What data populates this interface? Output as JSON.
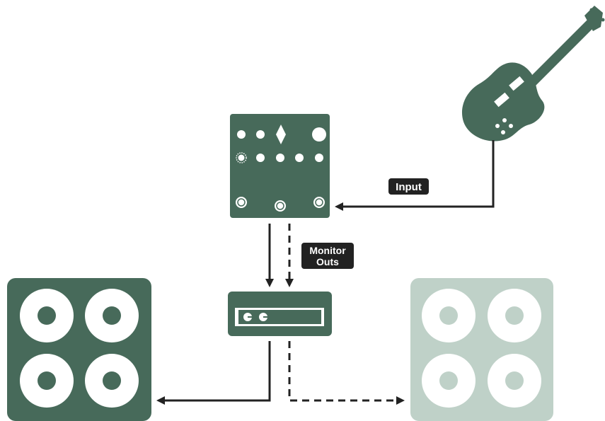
{
  "colors": {
    "primary": "#476A5A",
    "faded": "#BFD1C8",
    "arrow": "#222222",
    "label_bg": "#222222",
    "label_text": "#ffffff",
    "background": "#ffffff"
  },
  "labels": {
    "input": "Input",
    "monitor_line1": "Monitor",
    "monitor_line2": "Outs"
  },
  "icons": {
    "guitar": "electric-guitar-icon",
    "pedal": "effects-pedal-icon",
    "interface": "audio-interface-icon",
    "cabinet_primary": "speaker-cabinet-icon",
    "cabinet_monitor": "monitor-speaker-cabinet-icon"
  }
}
